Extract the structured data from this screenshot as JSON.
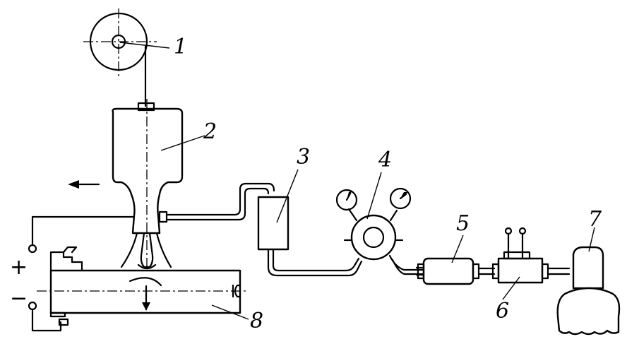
{
  "labels": {
    "l1": "1",
    "l2": "2",
    "l3": "3",
    "l4": "4",
    "l5": "5",
    "l6": "6",
    "l7": "7",
    "l8": "8"
  },
  "terminals": {
    "plus": "+",
    "minus": "−"
  }
}
